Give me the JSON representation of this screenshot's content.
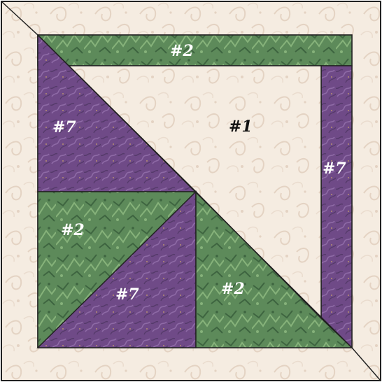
{
  "colors": {
    "cream": "#f5ece1",
    "cream_pattern": "#e4d3c3",
    "green": "#5d8a5a",
    "green_light": "#86b27a",
    "green_dark": "#3e6540",
    "purple": "#6f4a87",
    "purple_light": "#8e6aa6",
    "purple_dark": "#553a6a",
    "outline": "#222222",
    "label_light": "#ffffff",
    "label_dark": "#111111"
  },
  "labels": {
    "top_strip": "#2",
    "center": "#1",
    "left_triangle": "#7",
    "right_strip": "#7",
    "lower_left_triangle": "#2",
    "lower_purple_triangle": "#7",
    "lower_right_triangle": "#2"
  }
}
